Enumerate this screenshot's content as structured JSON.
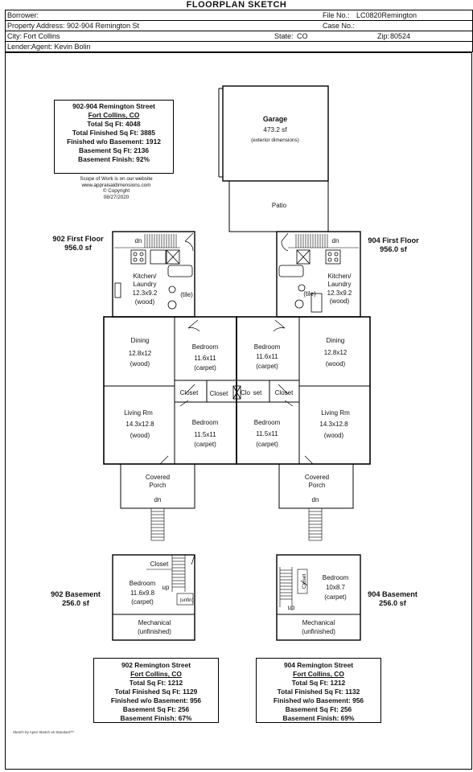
{
  "header": {
    "title": "FLOORPLAN SKETCH",
    "borrower_label": "Borrower:",
    "file_no_label": "File No.:",
    "file_no": "LC0820Remington",
    "property_address_label": "Property Address:",
    "property_address": "902-904 Remington St",
    "case_no_label": "Case No.:",
    "city_label": "City:",
    "city": "Fort Collins",
    "state_label": "State:",
    "state": "CO",
    "zip_label": "Zip:",
    "zip": "80524",
    "lender_label": "Lender:",
    "lender": "Agent:  Kevin Bolin"
  },
  "summary_main": {
    "street": "902-904 Remington Street",
    "city": "Fort Collins, CO",
    "total_sqft": "Total Sq Ft:  4048",
    "total_finished": "Total Finished Sq Ft:  3885",
    "finished_wo_basement": "Finished w/o Basement:  1912",
    "basement_sqft": "Basement Sq Ft:  2136",
    "basement_finish": "Basement Finish:  92%"
  },
  "scope": {
    "line1": "Scope of Work is on our website",
    "line2": "www.appraisaldimensions.com",
    "line3": "© Copyright",
    "line4": "08/27/2020"
  },
  "garage": {
    "name": "Garage",
    "area": "473.2 sf",
    "note": "(exterior dimensions)"
  },
  "patio": "Patio",
  "floor_902": {
    "name": "902 First Floor",
    "area": "956.0 sf"
  },
  "floor_904": {
    "name": "904 First Floor",
    "area": "956.0 sf"
  },
  "rooms": {
    "dn": "dn",
    "kitchen": "Kitchen/",
    "laundry": "Laundry",
    "kitchen_dim": "12.3x9.2",
    "wood": "(wood)",
    "tile": "(tile)",
    "carpet": "(carpet)",
    "dining": "Dining",
    "dining_dim": "12.8x12",
    "bedroom": "Bedroom",
    "bed1_dim": "11.6x11",
    "bed2_dim": "11.5x11",
    "closet": "Closet",
    "clo": "Clo",
    "set": "set",
    "living": "Living Rm",
    "living_dim": "14.3x12.8",
    "covered": "Covered",
    "porch": "Porch",
    "up": "up",
    "unfin": "(unfin)",
    "mechanical": "Mechanical",
    "unfinished": "(unfinished)",
    "bsmt902_bed_dim": "11.6x9.8",
    "bsmt904_bed_dim": "10x8.7"
  },
  "basement_902": {
    "name": "902 Basement",
    "area": "256.0 sf"
  },
  "basement_904": {
    "name": "904 Basement",
    "area": "256.0 sf"
  },
  "summary_902": {
    "street": "902 Remington Street",
    "city": "Fort Collins, CO",
    "total_sqft": "Total Sq Ft:  1212",
    "total_finished": "Total Finished Sq Ft:  1129",
    "finished_wo_basement": "Finished w/o Basement:  956",
    "basement_sqft": "Basement Sq Ft:  256",
    "basement_finish": "Basement Finish:  67%"
  },
  "summary_904": {
    "street": "904 Remington Street",
    "city": "Fort Collins, CO",
    "total_sqft": "Total Sq Ft:  1212",
    "total_finished": "Total Finished Sq Ft:  1132",
    "finished_wo_basement": "Finished w/o Basement:  956",
    "basement_sqft": "Basement Sq Ft:  256",
    "basement_finish": "Basement Finish:  69%"
  },
  "credit": "Sketch by Apex Sketch v6 Standard™"
}
